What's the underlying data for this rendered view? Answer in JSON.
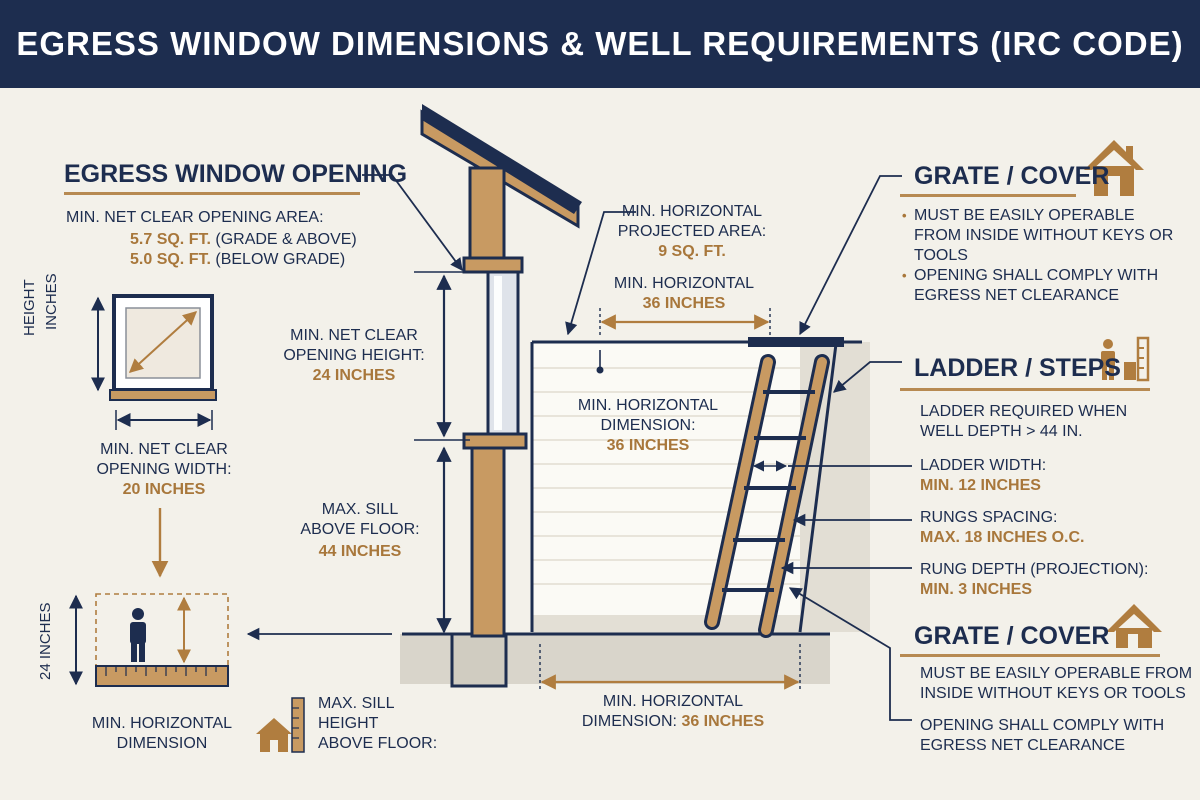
{
  "title": "EGRESS WINDOW DIMENSIONS & WELL REQUIREMENTS (IRC CODE)",
  "egress_window": {
    "heading": "EGRESS WINDOW OPENING",
    "area_label": "MIN. NET CLEAR OPENING AREA:",
    "area_grade_value": "5.7 SQ. FT.",
    "area_grade_note": "(GRADE & ABOVE)",
    "area_below_value": "5.0 SQ. FT.",
    "area_below_note": "(BELOW GRADE)",
    "height_label_1": "HEIGHT",
    "height_label_2": "INCHES",
    "width_label_1": "MIN. NET CLEAR",
    "width_label_2": "OPENING WIDTH:",
    "width_value": "20 INCHES"
  },
  "height_detail": {
    "side_label": "24 INCHES",
    "bottom_label_1": "MIN. HORIZONTAL",
    "bottom_label_2": "DIMENSION"
  },
  "sill_detail": {
    "label_1": "MAX. SILL",
    "label_2": "HEIGHT",
    "label_3": "ABOVE FLOOR:"
  },
  "section_labels": {
    "clear_height_1": "MIN. NET CLEAR",
    "clear_height_2": "OPENING HEIGHT:",
    "clear_height_value": "24 INCHES",
    "sill_1": "MAX. SILL",
    "sill_2": "ABOVE FLOOR:",
    "sill_value": "44 INCHES",
    "projected_1": "MIN. HORIZONTAL",
    "projected_2": "PROJECTED AREA:",
    "projected_value": "9 SQ. FT.",
    "top_dim_label": "MIN. HORIZONTAL",
    "top_dim_value": "36 INCHES",
    "mid_dim_1": "MIN. HORIZONTAL",
    "mid_dim_2": "DIMENSION:",
    "mid_dim_value": "36 INCHES",
    "bottom_dim_1": "MIN. HORIZONTAL",
    "bottom_dim_2": "DIMENSION:",
    "bottom_dim_value": "36 INCHES"
  },
  "grate_top": {
    "heading": "GRATE / COVER",
    "bullet_1a": "MUST BE EASILY OPERABLE",
    "bullet_1b": "FROM INSIDE WITHOUT KEYS OR",
    "bullet_1c": "TOOLS",
    "bullet_2a": "OPENING SHALL COMPLY WITH",
    "bullet_2b": "EGRESS NET CLEARANCE"
  },
  "ladder": {
    "heading": "LADDER / STEPS",
    "required_1": "LADDER REQUIRED WHEN",
    "required_2": "WELL DEPTH > 44 IN.",
    "width_label": "LADDER WIDTH:",
    "width_value": "MIN. 12 INCHES",
    "spacing_label": "RUNGS SPACING:",
    "spacing_value": "MAX. 18 INCHES O.C.",
    "depth_label": "RUNG DEPTH (PROJECTION):",
    "depth_value": "MIN. 3 INCHES"
  },
  "grate_bottom": {
    "heading": "GRATE / COVER",
    "text_1a": "MUST BE EASILY OPERABLE FROM",
    "text_1b": "INSIDE WITHOUT KEYS OR TOOLS",
    "text_2a": "OPENING SHALL COMPLY WITH",
    "text_2b": "EGRESS NET CLEARANCE"
  },
  "colors": {
    "navy": "#1d2d4f",
    "gold": "#a8773b",
    "wood": "#c89a62",
    "background": "#f3f1ea"
  },
  "icons": [
    "house-icon",
    "person-ladder-icon",
    "house-icon",
    "person-icon",
    "ruler-icon",
    "house-ruler-icon"
  ]
}
